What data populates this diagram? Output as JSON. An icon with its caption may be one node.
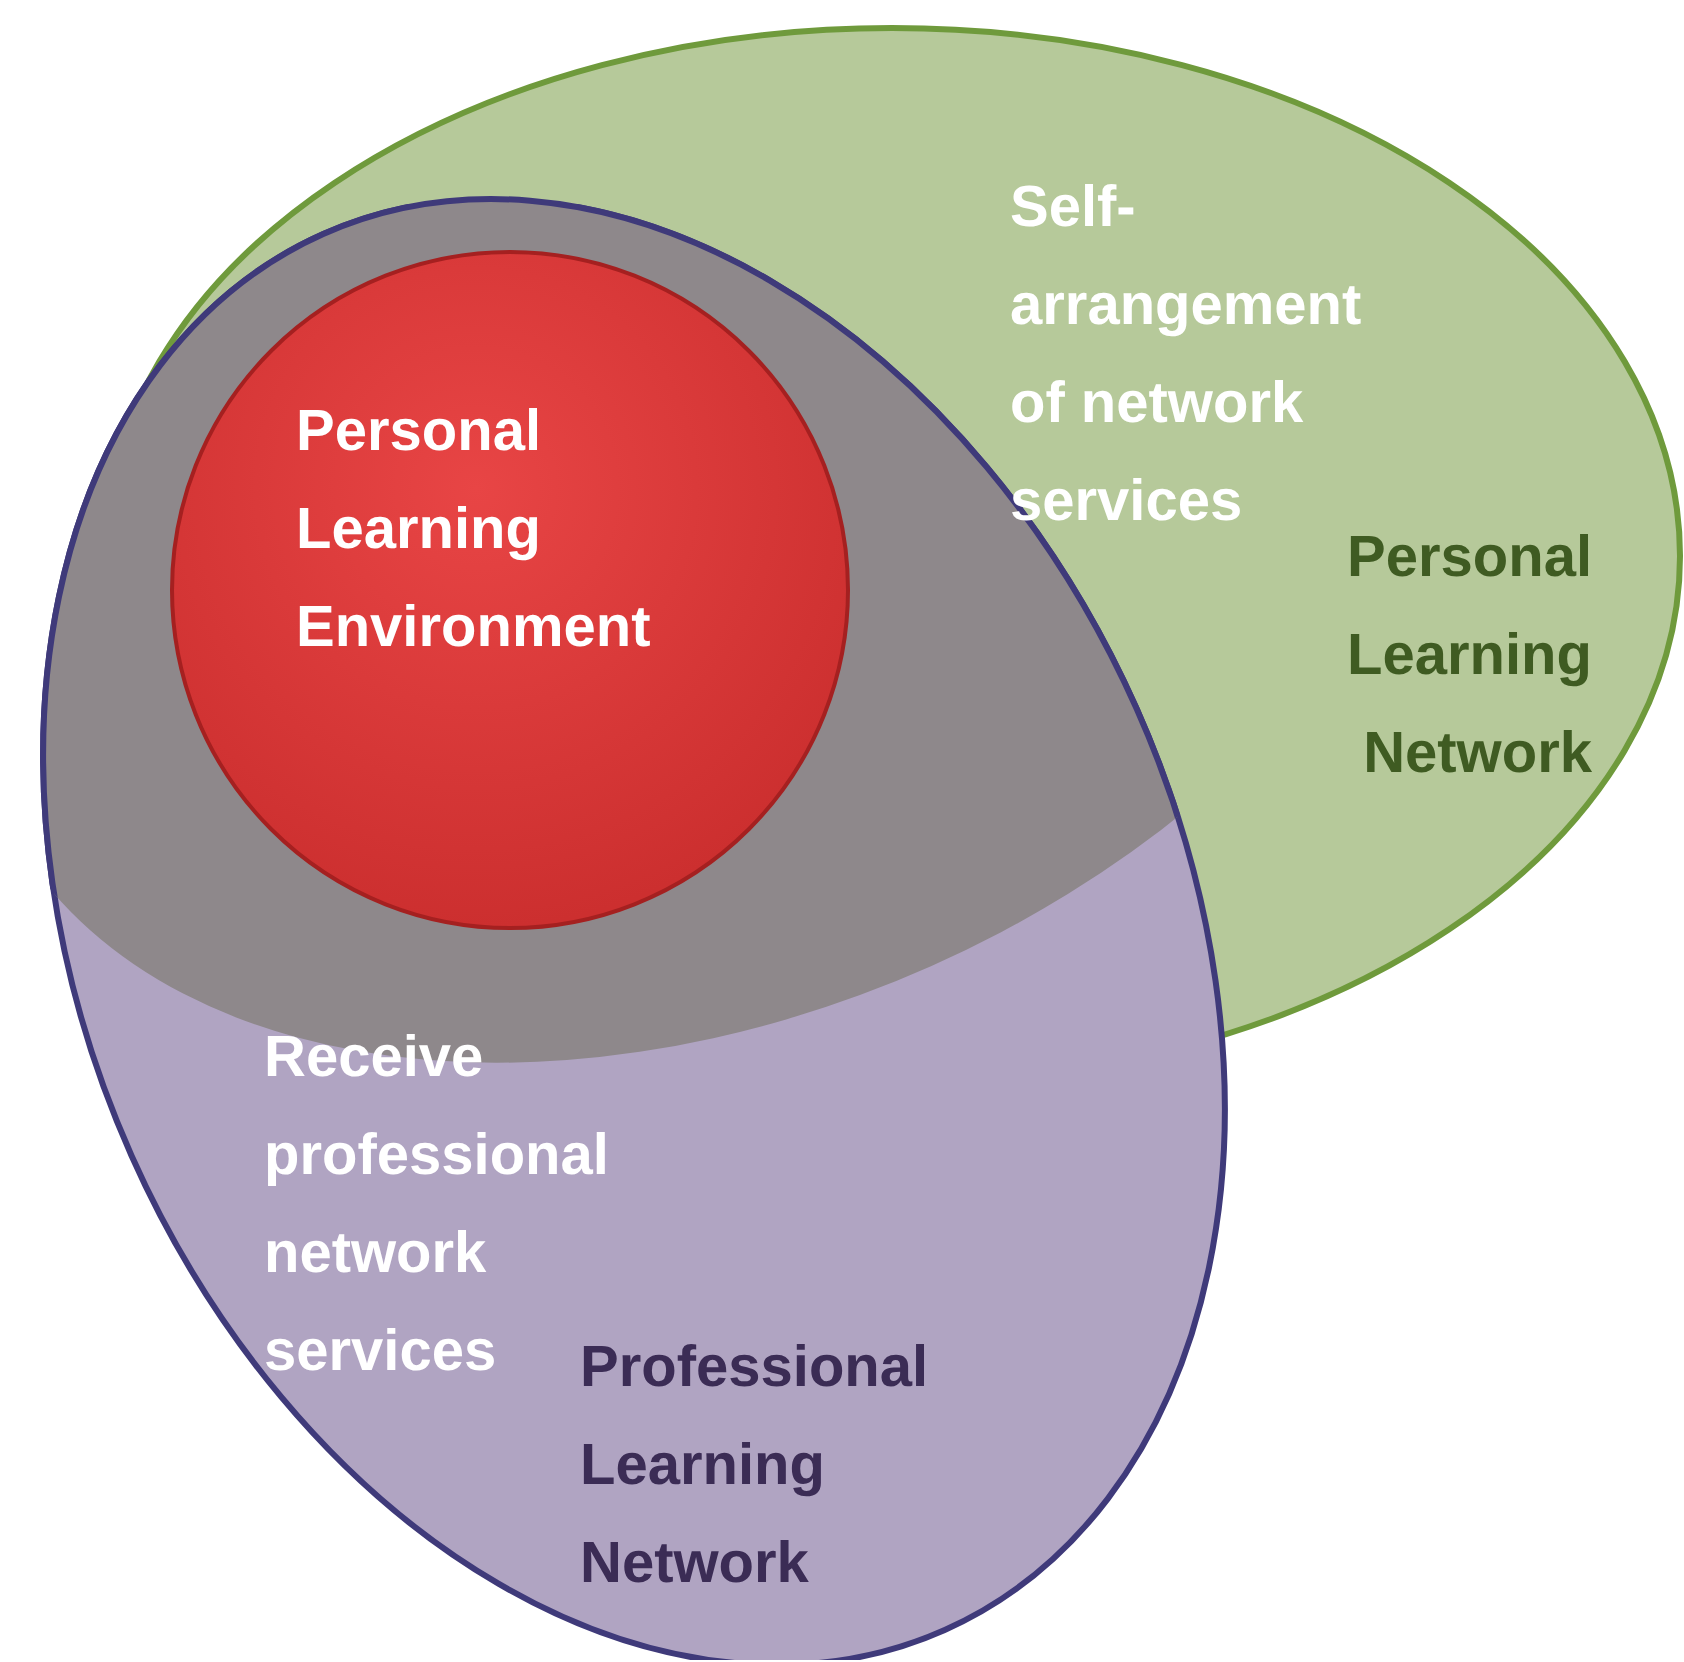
{
  "diagram": {
    "nodes": [
      {
        "text": [
          "Self- arrangement of network services",
          "Personal Learning Network"
        ]
      },
      {
        "text": [
          "Receive professional network services",
          "Professional Learning Network"
        ]
      },
      {
        "text": [
          "Personal Learning Environment"
        ]
      }
    ]
  }
}
